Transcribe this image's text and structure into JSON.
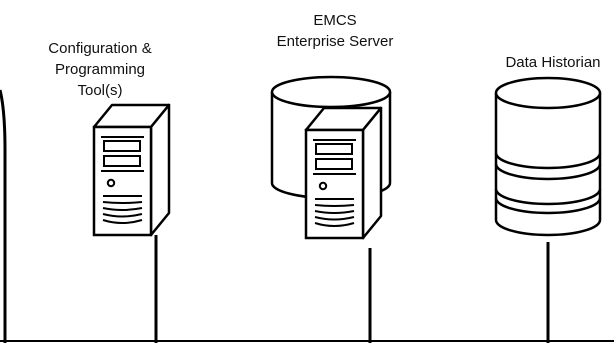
{
  "nodes": {
    "config_tool": {
      "label_lines": [
        "Configuration &",
        "Programming",
        "Tool(s)"
      ]
    },
    "enterprise_server": {
      "label_lines": [
        "EMCS",
        "Enterprise Server"
      ]
    },
    "data_historian": {
      "label_lines": [
        "Data Historian"
      ]
    }
  }
}
